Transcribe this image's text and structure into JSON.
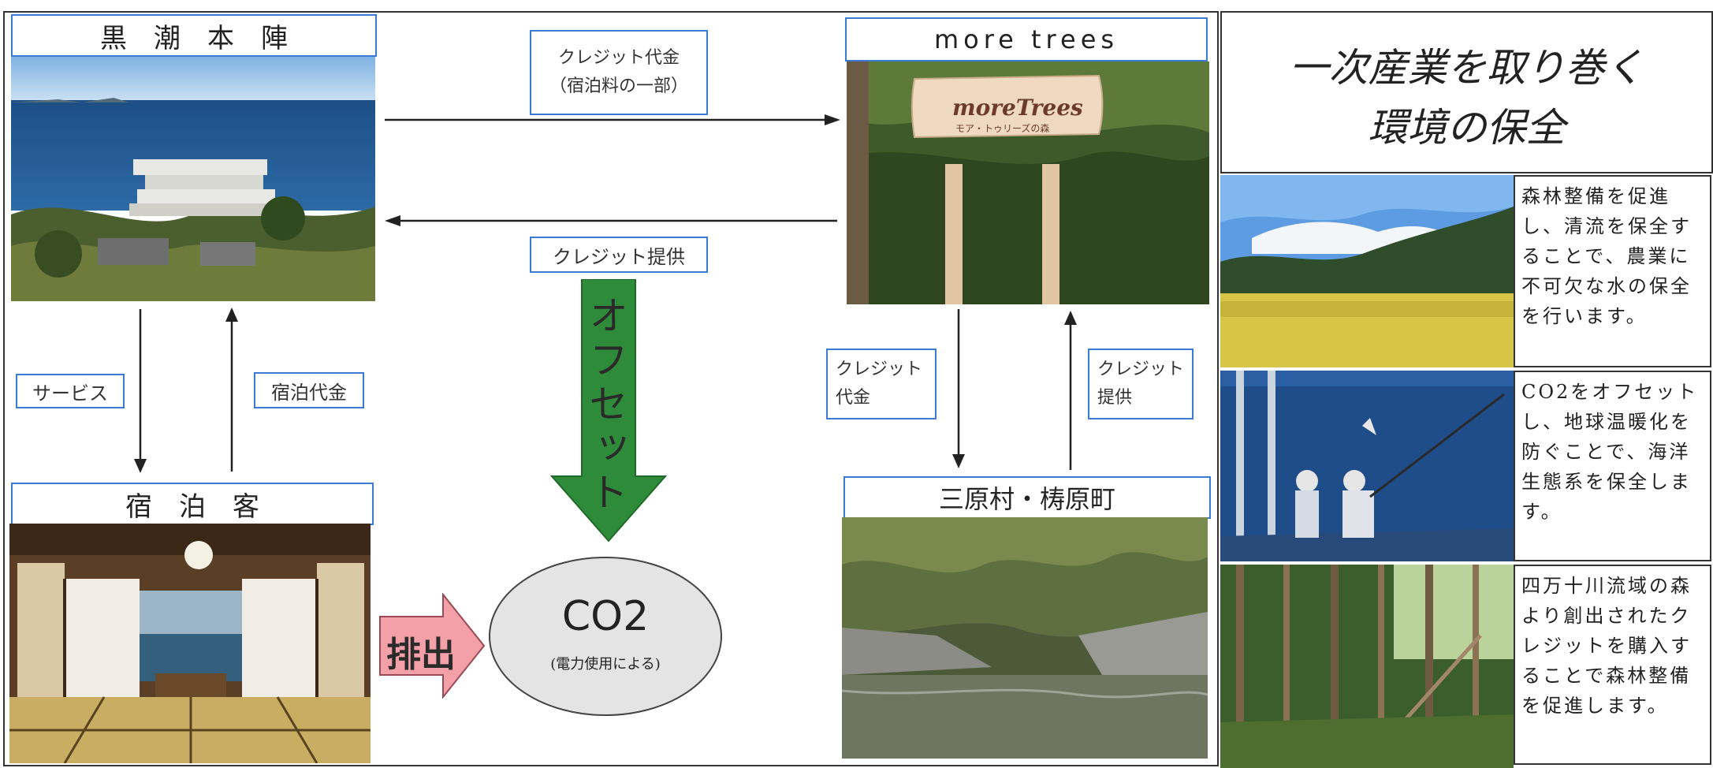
{
  "kuroshio": {
    "title": "黒　潮　本　陣"
  },
  "guest": {
    "title": "宿　泊　客"
  },
  "moretrees": {
    "title": "more trees",
    "sign_logo": "moreTrees",
    "sign_sub": "モア・トゥリーズの森"
  },
  "village": {
    "title": "三原村・梼原町"
  },
  "labels": {
    "credit_payment_line1": "クレジット代金",
    "credit_payment_line2": "（宿泊料の一部）",
    "credit_provide": "クレジット提供",
    "service": "サービス",
    "stay_fee": "宿泊代金",
    "credit_payment_right_line1": "クレジット",
    "credit_payment_right_line2": "代金",
    "credit_provide_right_line1": "クレジット",
    "credit_provide_right_line2": "提供"
  },
  "offset": {
    "text": "オフセット",
    "color": "#2e8b3a"
  },
  "emission": {
    "text": "排出",
    "color": "#f4a0a8"
  },
  "co2": {
    "title": "CO2",
    "sub": "(電力使用による)"
  },
  "right_panel": {
    "title_line1": "一次産業を取り巻く",
    "title_line2": "環境の保全",
    "items": [
      {
        "text": "森林整備を促進し、清流を保全することで、農業に不可欠な水の保全を行います。",
        "image": "rice-field-photo"
      },
      {
        "text": "CO2をオフセットし、地球温暖化を防ぐことで、海洋生態系を保全します。",
        "image": "fishing-photo"
      },
      {
        "text": "四万十川流域の森より創出されたクレジットを購入することで森林整備を促進します。",
        "image": "forest-photo"
      }
    ]
  },
  "colors": {
    "accent_blue": "#3a7bd5",
    "border": "#333333"
  }
}
